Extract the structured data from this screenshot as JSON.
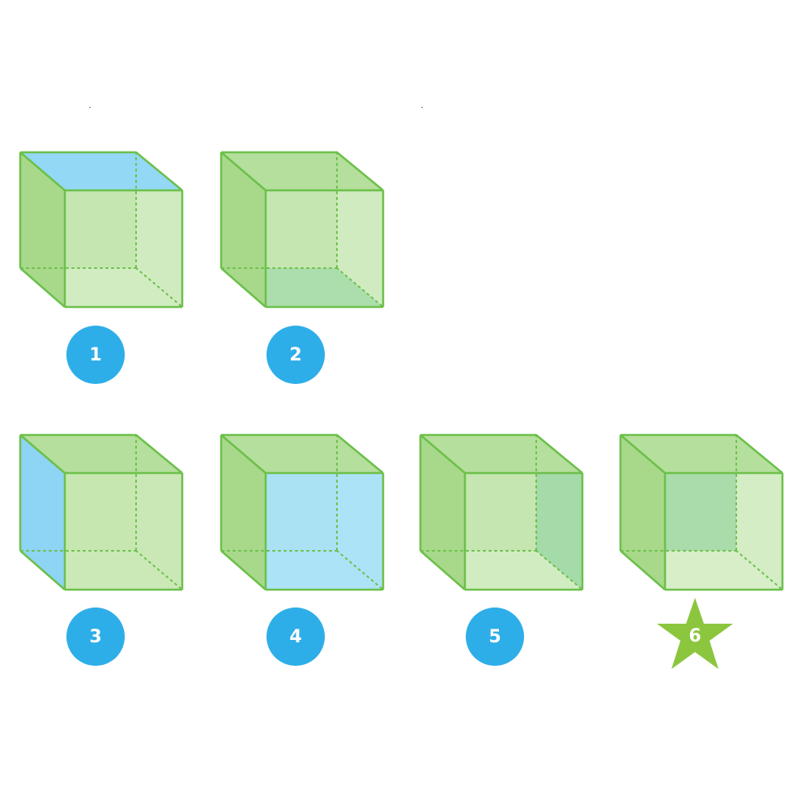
{
  "colors": {
    "edge": "#6cc04a",
    "face_front": "#c5e6b0",
    "face_side": "#a8d98b",
    "face_top": "#b5df9c",
    "face_bottom": "#b5df9c",
    "face_back": "#c5e6b0",
    "highlight_blue_top": "#93d8f5",
    "highlight_blue_left": "#8ed4f4",
    "highlight_blue_front": "#a9e1f8",
    "highlight_green_bottom": "#84d1a6",
    "highlight_green_right": "#77c99f",
    "highlight_green_back": "#93d4a7",
    "highlight_green_top": "#86cd90",
    "highlight_green_left": "#84cc7e",
    "badge_blue": "#2eaee8",
    "star_green": "#8cc63f",
    "text_white": "#ffffff"
  },
  "cubes": [
    {
      "label": "1",
      "highlight": "top",
      "highlight_color": "blue",
      "marker": "circle"
    },
    {
      "label": "2",
      "highlight": "bottom",
      "highlight_color": "green",
      "marker": "circle"
    },
    {
      "label": "3",
      "highlight": "left",
      "highlight_color": "blue",
      "marker": "circle"
    },
    {
      "label": "4",
      "highlight": "front",
      "highlight_color": "blue",
      "marker": "circle"
    },
    {
      "label": "5",
      "highlight": "right",
      "highlight_color": "green",
      "marker": "circle"
    },
    {
      "label": "6",
      "highlight": "back",
      "highlight_color": "green",
      "marker": "star"
    }
  ]
}
